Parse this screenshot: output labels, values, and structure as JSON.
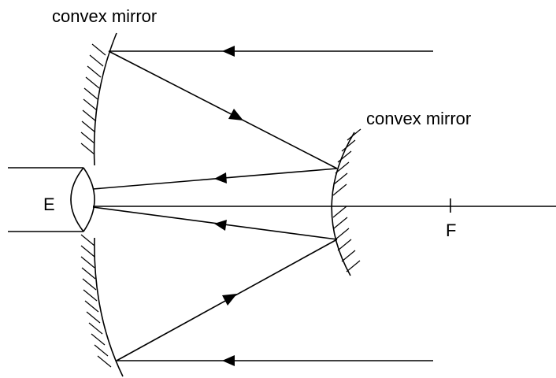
{
  "labels": {
    "mirror_top_left": "convex mirror",
    "mirror_right": "convex mirror",
    "eye": "E",
    "focus": "F"
  },
  "colors": {
    "ink": "#000000",
    "background": "#ffffff"
  }
}
